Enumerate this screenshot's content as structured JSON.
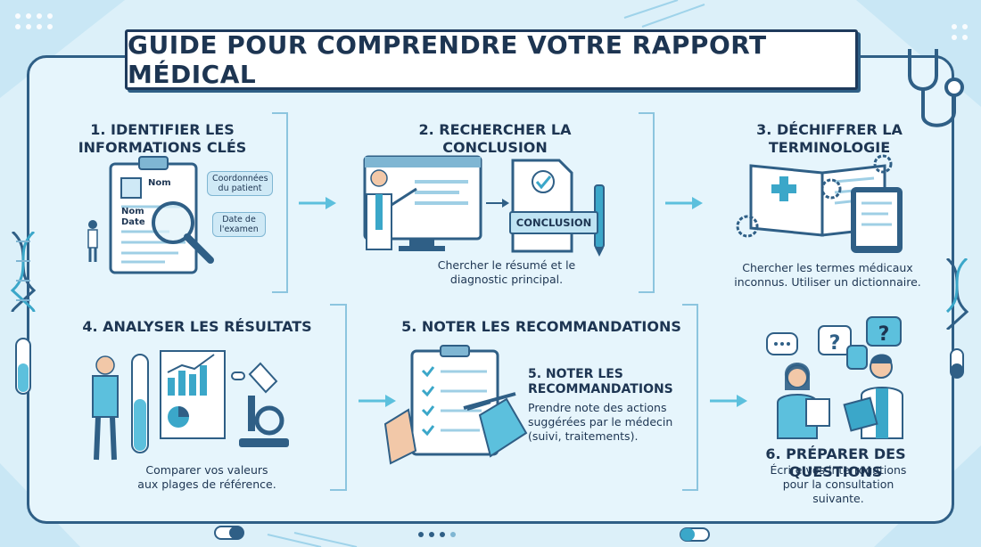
{
  "title": "GUIDE POUR COMPRENDRE VOTRE RAPPORT MÉDICAL",
  "steps": [
    {
      "title": "1. IDENTIFIER LES INFORMATIONS CLÉS",
      "labels": {
        "nom": "Nom",
        "nom2": "Nom",
        "date": "Date",
        "coord": "Coordonnées du patient",
        "exam": "Date de l'examen"
      }
    },
    {
      "title": "2. RECHERCHER LA CONCLUSION",
      "badge": "CONCLUSION",
      "description": "Chercher le résumé et le diagnostic principal."
    },
    {
      "title": "3. DÉCHIFFRER LA TERMINOLOGIE",
      "description": "Chercher les termes médicaux inconnus. Utiliser un dictionnaire."
    },
    {
      "title": "4. ANALYSER LES RÉSULTATS",
      "description": "Comparer vos valeurs aux plages de référence."
    },
    {
      "title": "5. NOTER LES RECOMMANDATIONS",
      "subtitle": "5. NOTER LES RECOMMANDATIONS",
      "description": "Prendre note des actions suggérées par le médecin (suivi, traitements)."
    },
    {
      "title": "6. PRÉPARER DES QUESTIONS",
      "description": "Écrire vos interrogations pour la consultation suivante."
    }
  ],
  "colors": {
    "navy": "#1d3552",
    "teal": "#3ba7c9",
    "light": "#e6f5fc",
    "accent": "#5cc0dd"
  }
}
